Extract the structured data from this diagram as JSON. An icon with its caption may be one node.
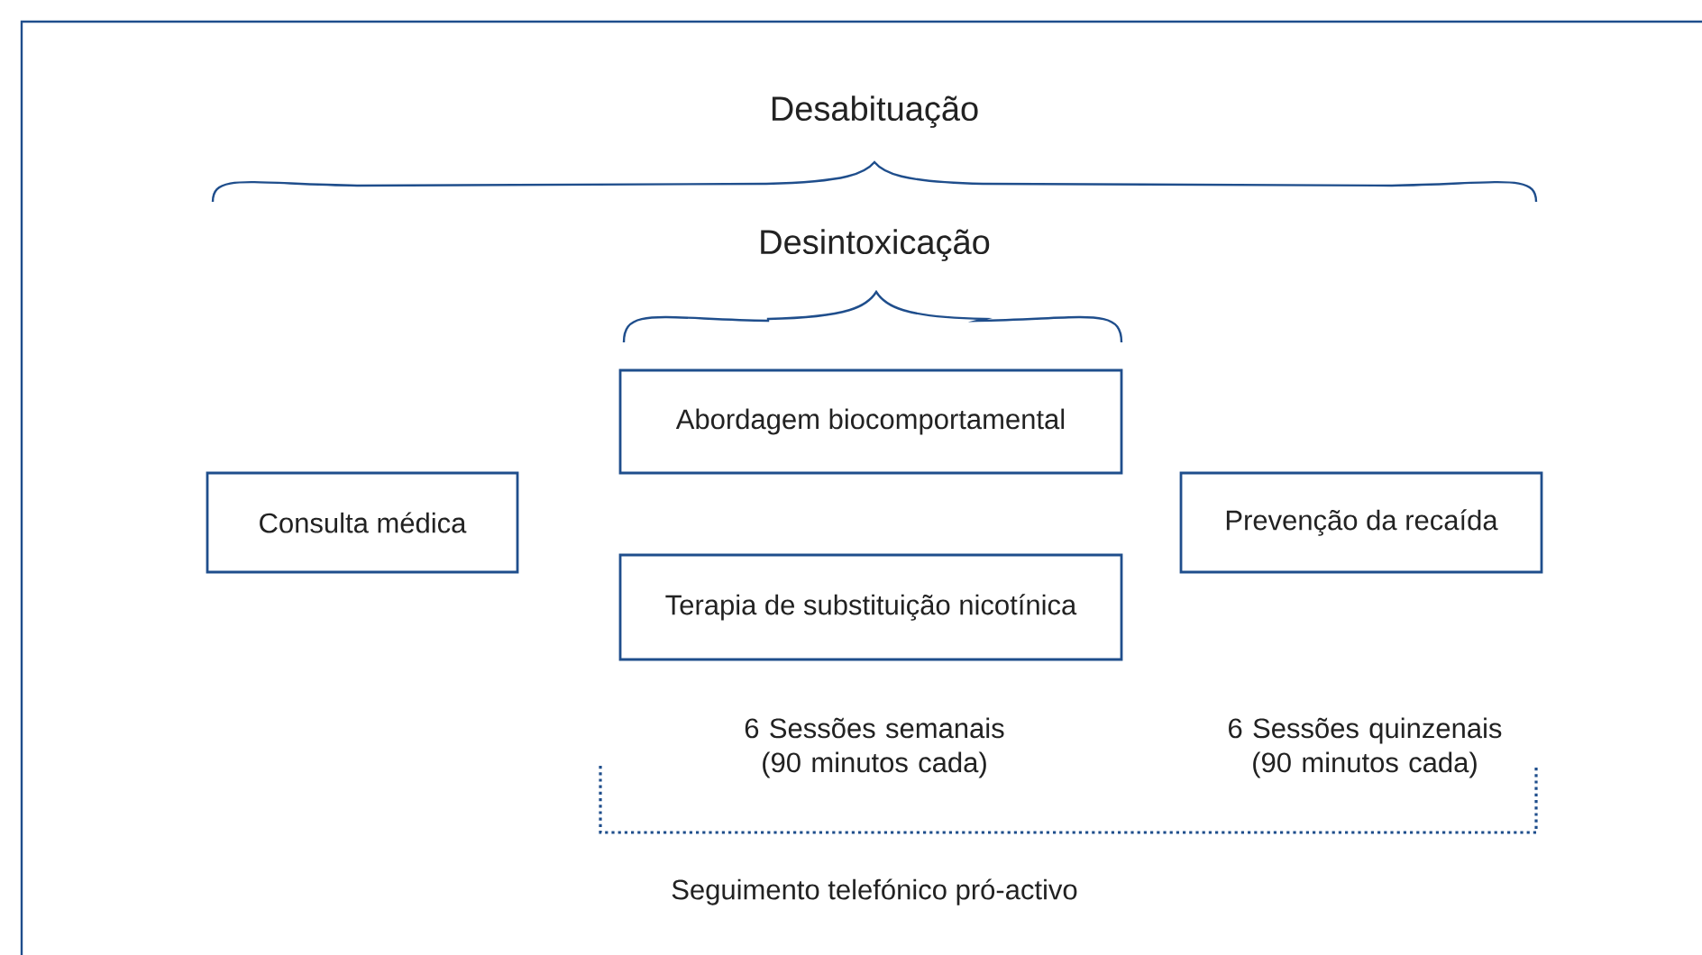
{
  "diagram": {
    "nodes": [
      {
        "text": [
          "Consulta médica"
        ]
      },
      {
        "text": [
          "Abordagem biocomportamental"
        ]
      },
      {
        "text": [
          "Terapia de substituição nicotínica"
        ]
      },
      {
        "text": [
          "Prevenção da recaída"
        ]
      }
    ],
    "labels": [
      "Desabituação",
      "Desintoxicação",
      "6 Sessões semanais (90 minutos cada)",
      "6 Sessões quinzenais (90 minutos cada)",
      "Seguimento telefónico pró-activo"
    ]
  }
}
